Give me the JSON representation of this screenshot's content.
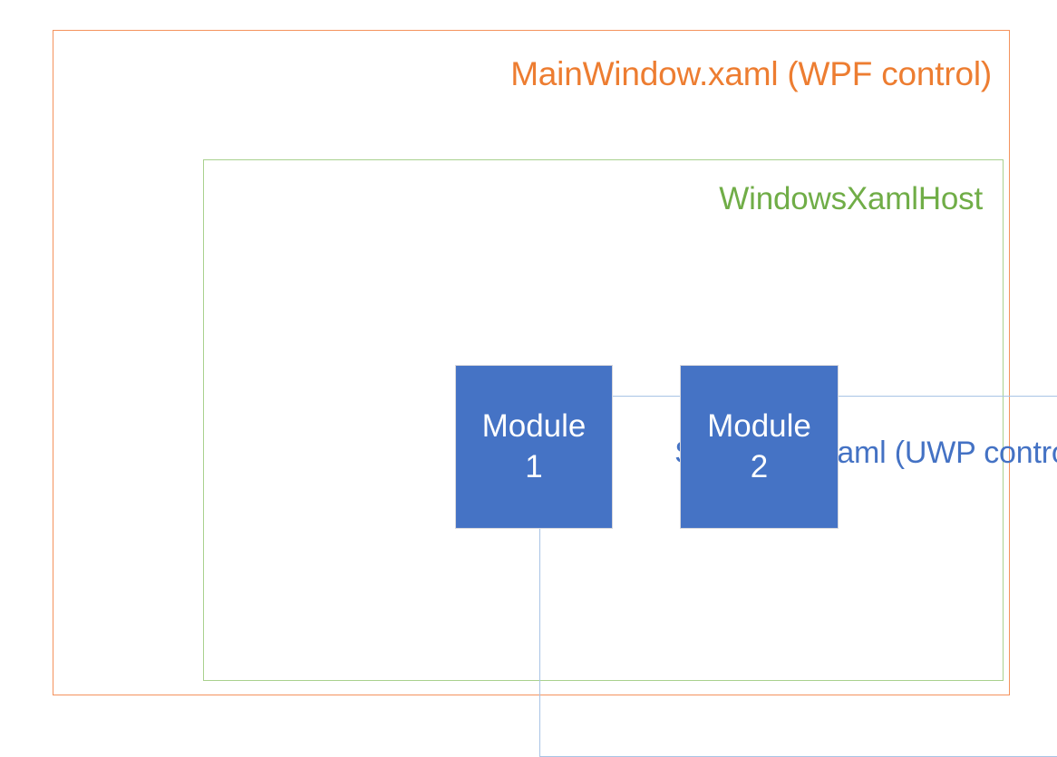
{
  "diagram": {
    "type": "nested-containers",
    "background": "#FFFFFF",
    "layers": [
      {
        "id": "main-window",
        "title": "MainWindow.xaml (WPF control)",
        "border_color": "#F4925C",
        "text_color": "#ED7D31"
      },
      {
        "id": "windows-xaml-host",
        "title": "WindowsXamlHost",
        "border_color": "#A9D18E",
        "text_color": "#70AD47"
      },
      {
        "id": "shell-page",
        "title": "ShellPage.xaml (UWP control)",
        "border_color": "#A8C4E5",
        "text_color": "#4472C4"
      }
    ],
    "modules": [
      {
        "name": "Module",
        "index": "1",
        "fill_color": "#4573C5",
        "text_color": "#FFFFFF"
      },
      {
        "name": "Module",
        "index": "2",
        "fill_color": "#4573C5",
        "text_color": "#FFFFFF"
      }
    ]
  }
}
